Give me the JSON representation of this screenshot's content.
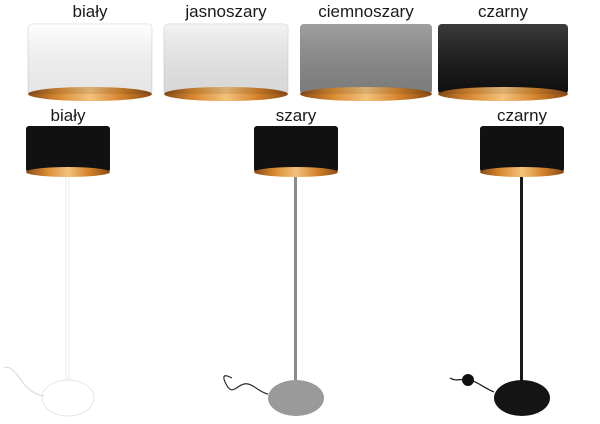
{
  "shades": [
    {
      "label": "biały",
      "color": "#ffffff"
    },
    {
      "label": "jasnoszary",
      "color": "#f0f0f0"
    },
    {
      "label": "ciemnoszary",
      "color": "#8a8a8a"
    },
    {
      "label": "czarny",
      "color": "#111111"
    }
  ],
  "lamps": [
    {
      "label": "biały",
      "shade_color": "#111111",
      "pole_color": "#ffffff",
      "base_color": "#ffffff"
    },
    {
      "label": "szary",
      "shade_color": "#111111",
      "pole_color": "#8c8c8c",
      "base_color": "#9a9a9a"
    },
    {
      "label": "czarny",
      "shade_color": "#111111",
      "pole_color": "#1a1a1a",
      "base_color": "#141414"
    }
  ],
  "colors": {
    "gold_interior": "#c7782a",
    "gold_highlight": "#f1c27a"
  }
}
